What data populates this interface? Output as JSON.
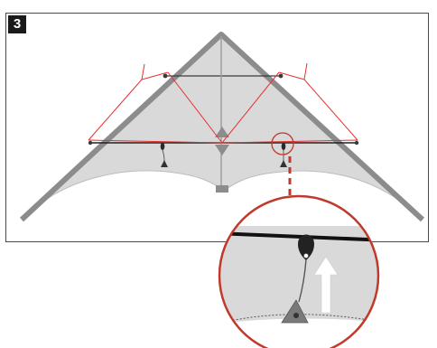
{
  "step": {
    "number": "3"
  },
  "colors": {
    "sail": "#d9d9d9",
    "frame": "#8c8c8c",
    "bridle": "#e8312f",
    "line": "#222222",
    "callout": "#c0392b",
    "arrow": "#ffffff"
  },
  "icons": [
    "kite-diagram",
    "magnify-callout",
    "up-arrow-icon"
  ]
}
